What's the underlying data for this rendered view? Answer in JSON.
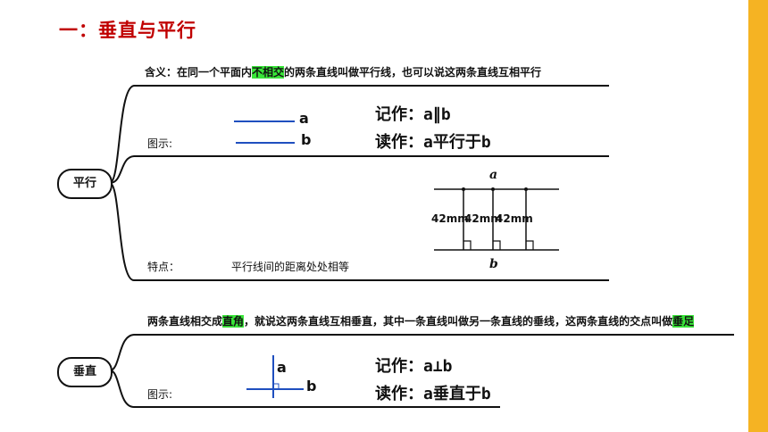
{
  "title": "一：垂直与平行",
  "parallel": {
    "node": "平行",
    "definition": {
      "pre": "含义：在同一个平面内",
      "highlight": "不相交",
      "post": "的两条直线叫做平行线，也可以说这两条直线互相平行"
    },
    "figure_label": "图示:",
    "line_a": "a",
    "line_b": "b",
    "notation": "记作：a∥b",
    "reading": "读作：a平行于b",
    "feature_label": "特点：",
    "feature_text": "平行线间的距离处处相等",
    "diagram": {
      "top_label": "a",
      "bottom_label": "b",
      "distances": [
        "42mm",
        "42mm",
        "42mm"
      ]
    }
  },
  "perpendicular": {
    "node": "垂直",
    "definition": {
      "part1": "两条直线相交成",
      "highlight1": "直角",
      "part2": "，就说这两条直线互相垂直，其中一条直线叫做另一条直线的",
      "bold2": "垂线",
      "part3": "，这两条直线的交点叫做",
      "highlight2": "垂足"
    },
    "figure_label": "图示:",
    "line_a": "a",
    "line_b": "b",
    "notation": "记作：a⊥b",
    "reading": "读作：a垂直于b"
  },
  "colors": {
    "title": "#c00000",
    "accent": "#f5b323",
    "line": "#1f4fbf",
    "highlight": "#39e639"
  }
}
